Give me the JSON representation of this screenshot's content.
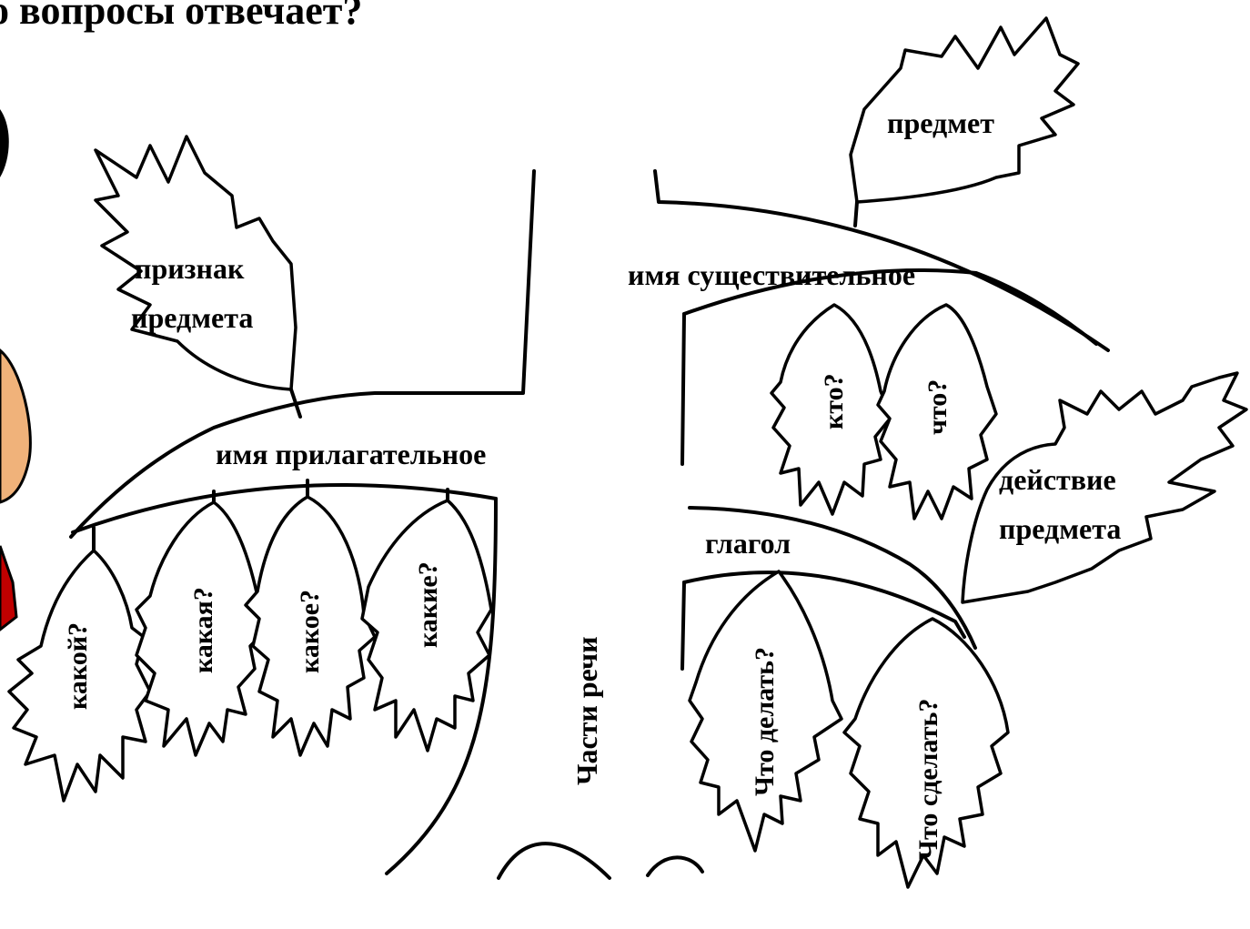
{
  "header": {
    "partial_title": "о вопросы отвечает?"
  },
  "tree": {
    "trunk_label": "Части речи",
    "adjective": {
      "branch_label": "имя прилагательное",
      "crown_leaf": [
        "признак",
        "предмета"
      ],
      "question_leaves": [
        "какой?",
        "какая?",
        "какое?",
        "какие?"
      ]
    },
    "noun": {
      "branch_label": "имя существительное",
      "crown_leaf": "предмет",
      "question_leaves": [
        "кто?",
        "что?"
      ]
    },
    "verb": {
      "branch_label": "глагол",
      "crown_leaf": [
        "действие",
        "предмета"
      ],
      "question_leaves": [
        "Что делать?",
        "Что сделать?"
      ]
    }
  },
  "colors": {
    "ink": "#000000",
    "paper": "#ffffff",
    "character_skin": "#f0b27a",
    "character_red": "#c00000"
  }
}
